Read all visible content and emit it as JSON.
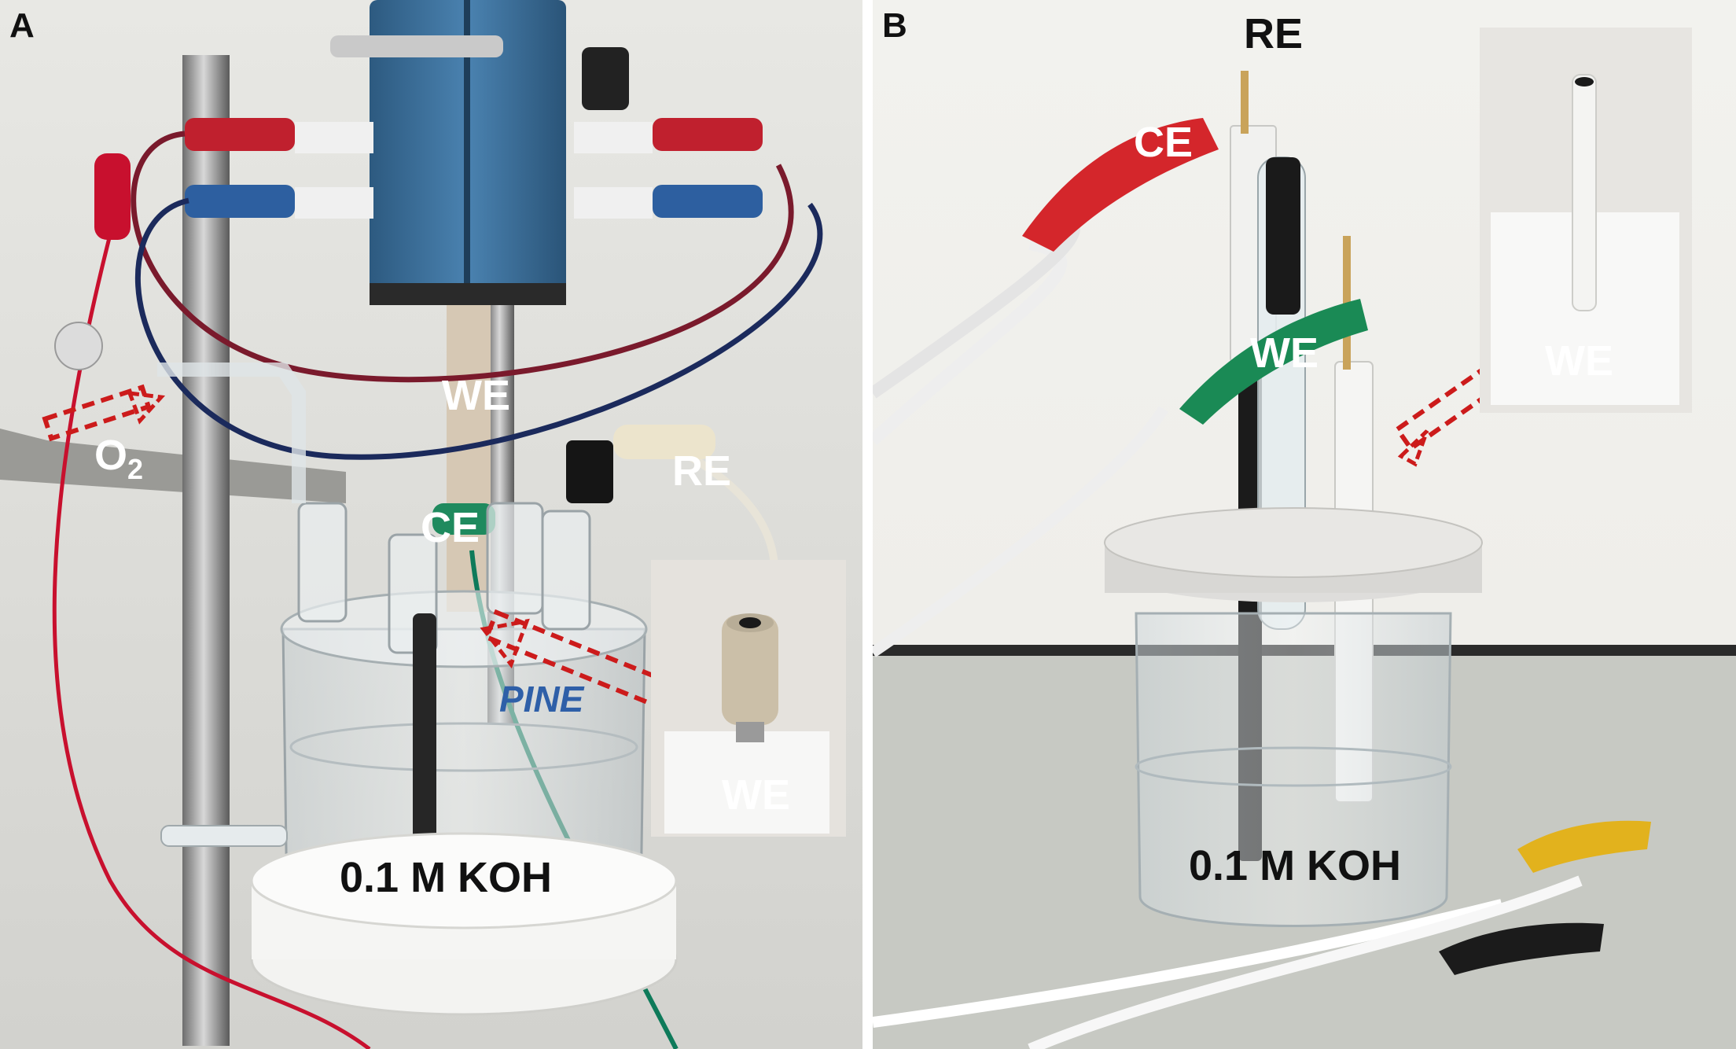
{
  "panels": [
    {
      "letter": "A",
      "labels": {
        "we_top": "WE",
        "o2_text": "O",
        "o2_sub": "2",
        "re": "RE",
        "ce": "CE",
        "we_inset": "WE",
        "electrolyte": "0.1 M KOH"
      }
    },
    {
      "letter": "B",
      "labels": {
        "re": "RE",
        "ce": "CE",
        "we": "WE",
        "we_inset": "WE",
        "electrolyte": "0.1 M KOH"
      }
    }
  ],
  "colors": {
    "arrow": "#cc1b1b",
    "cable_red": "#c8102e",
    "cable_blue": "#1b2a5c",
    "cable_green": "#0e7a5a",
    "rotator_blue": "#3a6e99"
  }
}
